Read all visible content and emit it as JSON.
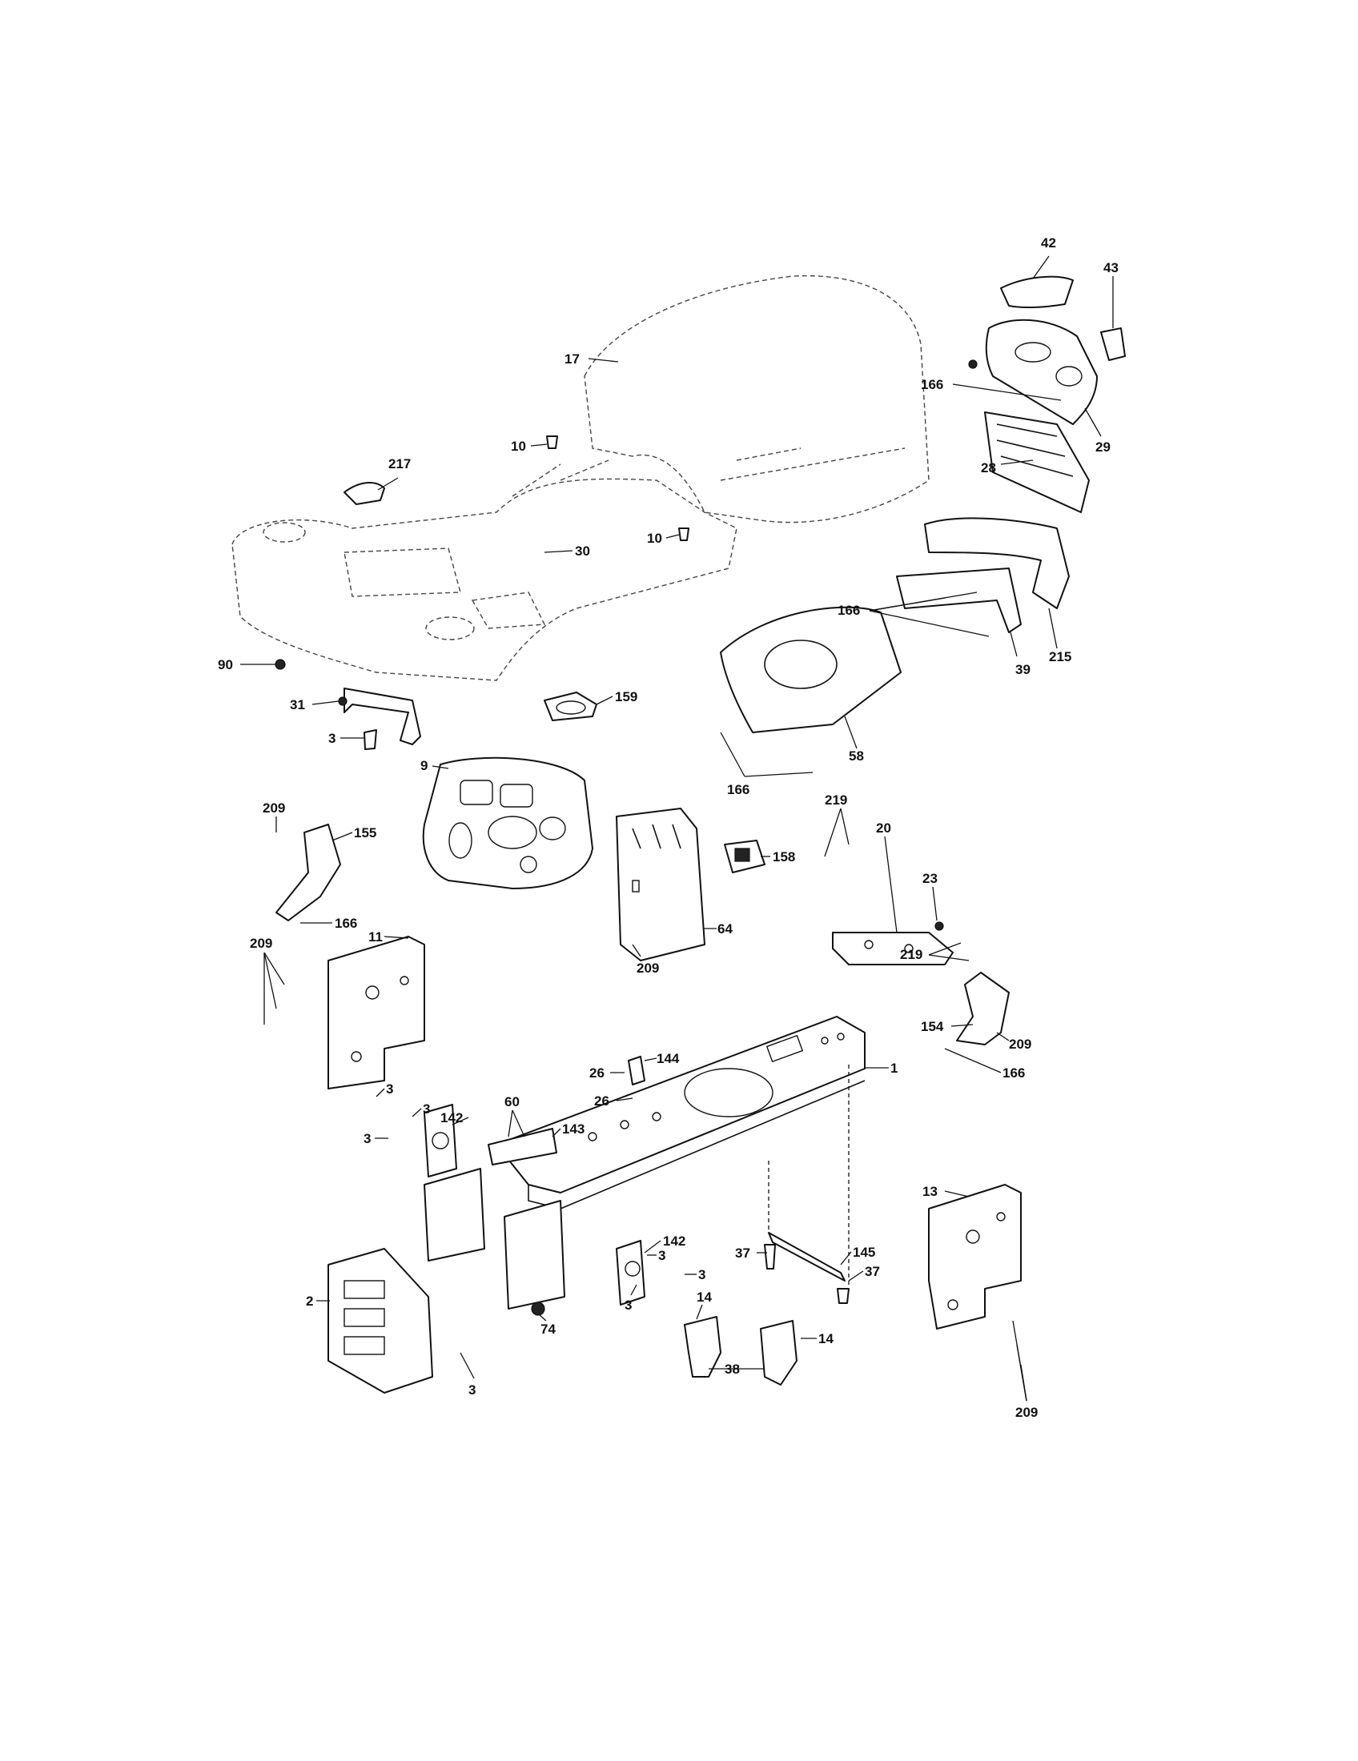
{
  "diagram": {
    "type": "exploded parts diagram",
    "callouts": [
      {
        "id": "c42",
        "label": "42"
      },
      {
        "id": "c43",
        "label": "43"
      },
      {
        "id": "c17",
        "label": "17"
      },
      {
        "id": "c166a",
        "label": "166"
      },
      {
        "id": "c29",
        "label": "29"
      },
      {
        "id": "c28",
        "label": "28"
      },
      {
        "id": "c217",
        "label": "217"
      },
      {
        "id": "c10a",
        "label": "10"
      },
      {
        "id": "c10b",
        "label": "10"
      },
      {
        "id": "c30",
        "label": "30"
      },
      {
        "id": "c166b",
        "label": "166"
      },
      {
        "id": "c215",
        "label": "215"
      },
      {
        "id": "c39",
        "label": "39"
      },
      {
        "id": "c90",
        "label": "90"
      },
      {
        "id": "c31",
        "label": "31"
      },
      {
        "id": "c159",
        "label": "159"
      },
      {
        "id": "c3a",
        "label": "3"
      },
      {
        "id": "c9",
        "label": "9"
      },
      {
        "id": "c58",
        "label": "58"
      },
      {
        "id": "c166c",
        "label": "166"
      },
      {
        "id": "c209a",
        "label": "209"
      },
      {
        "id": "c155",
        "label": "155"
      },
      {
        "id": "c166d",
        "label": "166"
      },
      {
        "id": "c219a",
        "label": "219"
      },
      {
        "id": "c20",
        "label": "20"
      },
      {
        "id": "c23",
        "label": "23"
      },
      {
        "id": "c158",
        "label": "158"
      },
      {
        "id": "c64",
        "label": "64"
      },
      {
        "id": "c209b",
        "label": "209"
      },
      {
        "id": "c219b",
        "label": "219"
      },
      {
        "id": "c11",
        "label": "11"
      },
      {
        "id": "c209c",
        "label": "209"
      },
      {
        "id": "c154",
        "label": "154"
      },
      {
        "id": "c209d",
        "label": "209"
      },
      {
        "id": "c166e",
        "label": "166"
      },
      {
        "id": "c144",
        "label": "144"
      },
      {
        "id": "c26a",
        "label": "26"
      },
      {
        "id": "c26b",
        "label": "26"
      },
      {
        "id": "c1",
        "label": "1"
      },
      {
        "id": "c3b",
        "label": "3"
      },
      {
        "id": "c3c",
        "label": "3"
      },
      {
        "id": "c60",
        "label": "60"
      },
      {
        "id": "c142a",
        "label": "142"
      },
      {
        "id": "c143",
        "label": "143"
      },
      {
        "id": "c3d",
        "label": "3"
      },
      {
        "id": "c13",
        "label": "13"
      },
      {
        "id": "c142b",
        "label": "142"
      },
      {
        "id": "c37a",
        "label": "37"
      },
      {
        "id": "c145",
        "label": "145"
      },
      {
        "id": "c3e",
        "label": "3"
      },
      {
        "id": "c3f",
        "label": "3"
      },
      {
        "id": "c37b",
        "label": "37"
      },
      {
        "id": "c3g",
        "label": "3"
      },
      {
        "id": "c14a",
        "label": "14"
      },
      {
        "id": "c74",
        "label": "74"
      },
      {
        "id": "c2",
        "label": "2"
      },
      {
        "id": "c14b",
        "label": "14"
      },
      {
        "id": "c38",
        "label": "38"
      },
      {
        "id": "c3h",
        "label": "3"
      },
      {
        "id": "c209e",
        "label": "209"
      }
    ]
  }
}
